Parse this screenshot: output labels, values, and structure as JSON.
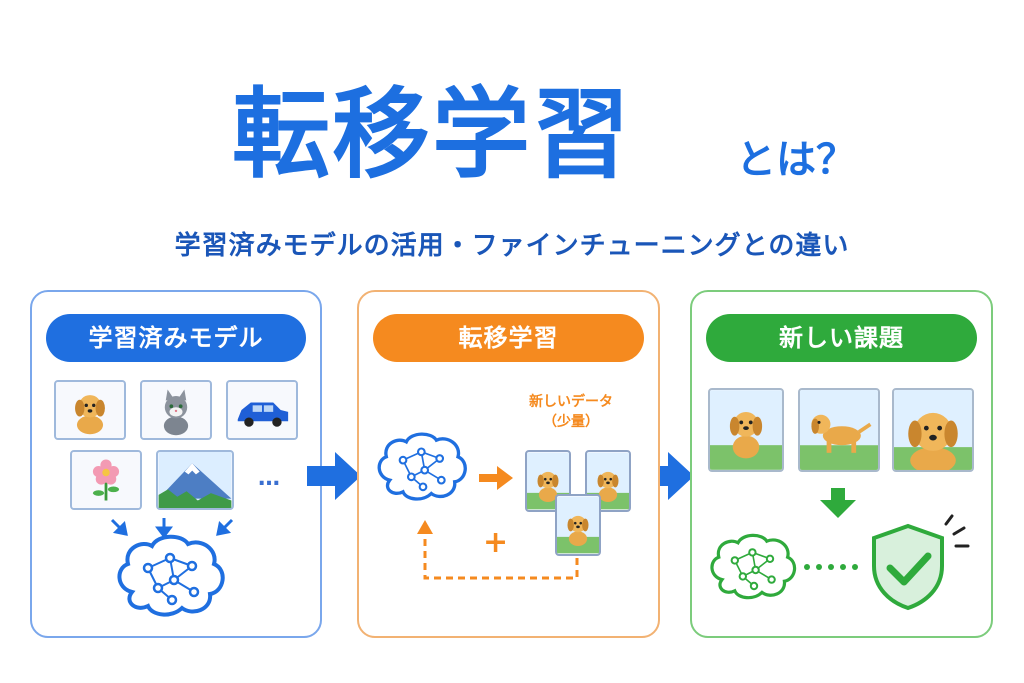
{
  "header": {
    "title": "転移学習",
    "title_suffix": "とは？",
    "subtitle": "学習済みモデルの活用・ファインチューニングとの違い"
  },
  "panels": {
    "pretrained": {
      "label": "学習済みモデル",
      "images": [
        "dog-icon",
        "cat-icon",
        "car-icon",
        "flower-icon",
        "mountain-icon"
      ],
      "ellipsis": "…",
      "color": "#1f6fe0"
    },
    "transfer": {
      "label": "転移学習",
      "new_data_label": "新しいデータ",
      "new_data_note": "（少量）",
      "plus": "+",
      "color": "#f58a1f"
    },
    "new_task": {
      "label": "新しい課題",
      "color": "#2faa3c"
    }
  },
  "colors": {
    "blue": "#1d6fe0",
    "orange": "#f58a1f",
    "green": "#2faa3c"
  }
}
